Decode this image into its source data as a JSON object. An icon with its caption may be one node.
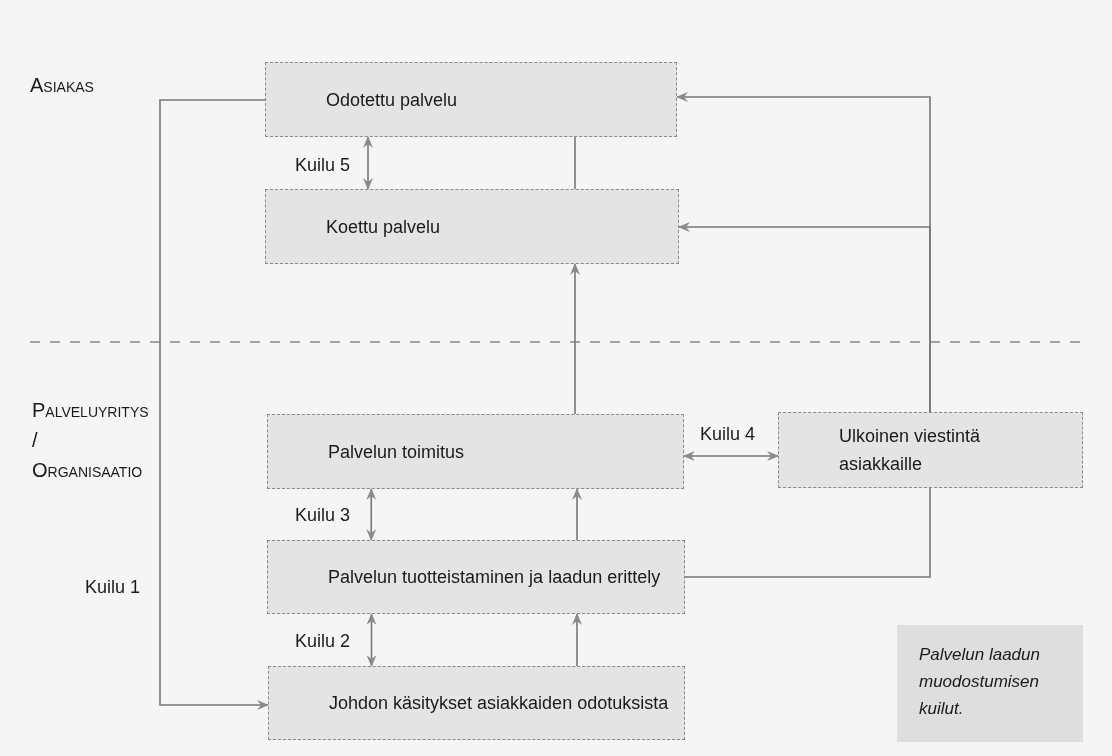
{
  "diagram": {
    "caption": "Palvelun laadun muodostumisen kuilut.",
    "nodes": [
      {
        "text": [
          "Odotettu palvelu"
        ]
      },
      {
        "text": [
          "Koettu palvelu"
        ]
      },
      {
        "text": [
          "Palvelun toimitus"
        ]
      },
      {
        "text": [
          "Ulkoinen viestintä asiakkaille"
        ]
      },
      {
        "text": [
          "Palvelun tuotteistaminen ja laadun erittely"
        ]
      },
      {
        "text": [
          "Johdon käsitykset asiakkaiden odotuksista"
        ]
      }
    ],
    "edges": [
      {
        "from": 0,
        "to": 1,
        "arrow": "both",
        "label": "Kuilu 5"
      },
      {
        "from": 0,
        "to": 5,
        "arrow": "to",
        "label": "Kuilu 1"
      },
      {
        "from": 1,
        "to": 0,
        "arrow": "none"
      },
      {
        "from": 2,
        "to": 1,
        "arrow": "to"
      },
      {
        "from": 3,
        "to": 0,
        "arrow": "to"
      },
      {
        "from": 3,
        "to": 1,
        "arrow": "to"
      },
      {
        "from": 2,
        "to": 3,
        "arrow": "both",
        "label": "Kuilu 4"
      },
      {
        "from": 2,
        "to": 4,
        "arrow": "both",
        "label": "Kuilu 3"
      },
      {
        "from": 4,
        "to": 2,
        "arrow": "to"
      },
      {
        "from": 4,
        "to": 3,
        "arrow": "none"
      },
      {
        "from": 4,
        "to": 5,
        "arrow": "both",
        "label": "Kuilu 2"
      },
      {
        "from": 5,
        "to": 4,
        "arrow": "to"
      }
    ],
    "labels": [
      "Asiakas",
      "Palveluyritys / Organisaatio"
    ]
  }
}
